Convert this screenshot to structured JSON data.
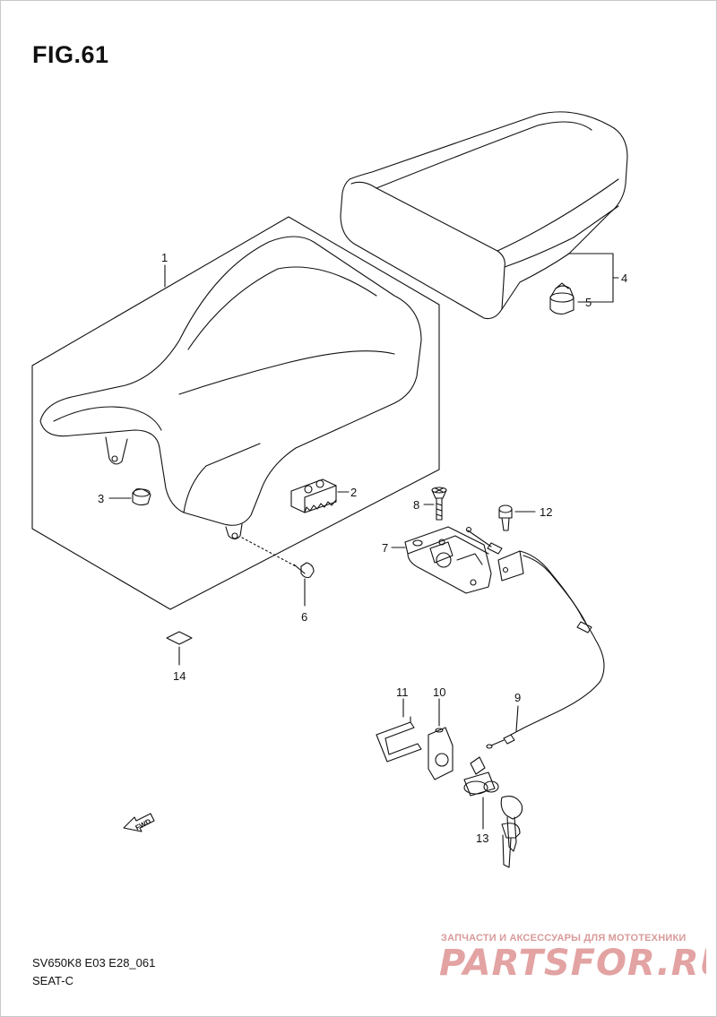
{
  "figure": {
    "title": "FIG.61"
  },
  "callouts": [
    {
      "id": "1",
      "label": "1"
    },
    {
      "id": "2",
      "label": "2"
    },
    {
      "id": "3",
      "label": "3"
    },
    {
      "id": "4",
      "label": "4"
    },
    {
      "id": "5",
      "label": "5"
    },
    {
      "id": "6",
      "label": "6"
    },
    {
      "id": "7",
      "label": "7"
    },
    {
      "id": "8",
      "label": "8"
    },
    {
      "id": "9",
      "label": "9"
    },
    {
      "id": "10",
      "label": "10"
    },
    {
      "id": "11",
      "label": "11"
    },
    {
      "id": "12",
      "label": "12"
    },
    {
      "id": "13",
      "label": "13"
    },
    {
      "id": "14",
      "label": "14"
    }
  ],
  "fwd_label": "FWD",
  "footer": {
    "model_code": "SV650K8 E03 E28_061",
    "section": "SEAT-C"
  },
  "watermark": {
    "tagline": "ЗАПЧАСТИ И АКСЕССУАРЫ ДЛЯ МОТОТЕХНИКИ",
    "logo_text": "PARTSFOR.RU"
  },
  "colors": {
    "line": "#111111",
    "watermark": "#e3a3a3"
  }
}
